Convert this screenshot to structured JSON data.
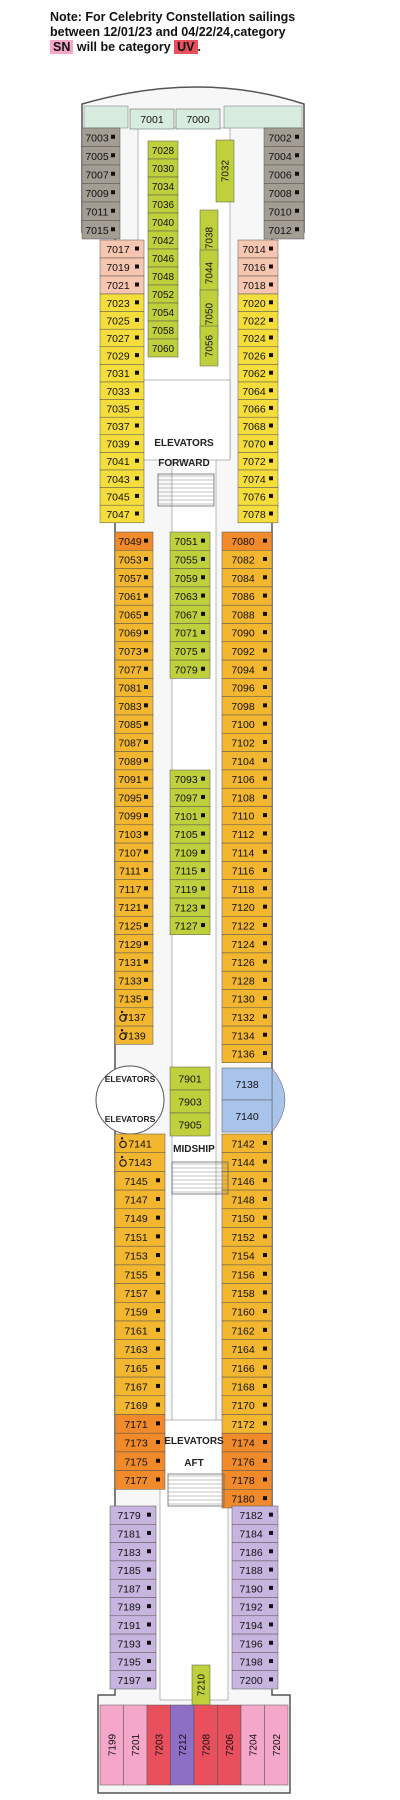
{
  "note": {
    "line1": "Note: For Celebrity Constellation sailings",
    "line2": "between 12/01/23 and 04/22/24,category",
    "cat_from": "SN",
    "mid_text": "will be category",
    "cat_to": "UV",
    "end": "."
  },
  "category_colors": {
    "SN": "#f4a7c9",
    "UV": "#e8505e",
    "suite": "#d7ebdf",
    "concierge_gray": "#a39d93",
    "peach": "#f6c6b0",
    "yellow": "#f5de3c",
    "orange_gold": "#f3b62f",
    "orange": "#f08a2a",
    "olive": "#bfd03c",
    "blue_sky": "#a9c4ea",
    "lavender": "#c7b5df",
    "purple": "#8e6fc6"
  },
  "labels": {
    "elevators": "ELEVATORS",
    "forward": "FORWARD",
    "midship": "MIDSHIP",
    "aft": "AFT"
  },
  "cabins": {
    "bow_suites": [
      "7001",
      "7000"
    ],
    "bow_left": [
      "7003",
      "7005",
      "7007",
      "7009",
      "7011",
      "7015"
    ],
    "bow_right": [
      "7002",
      "7004",
      "7006",
      "7008",
      "7010",
      "7012"
    ],
    "inner_fwd_col1": [
      "7028",
      "7030",
      "7034",
      "7036",
      "7040",
      "7042",
      "7046",
      "7048",
      "7052",
      "7054",
      "7058",
      "7060"
    ],
    "inner_fwd_vertical": [
      "7032",
      "7038",
      "7044",
      "7050",
      "7056"
    ],
    "fwd_left_peach": [
      "7017",
      "7019",
      "7021"
    ],
    "fwd_right_peach": [
      "7014",
      "7016",
      "7018"
    ],
    "fwd_left_yellow": [
      "7023",
      "7025",
      "7027",
      "7029",
      "7031",
      "7033",
      "7035",
      "7037",
      "7039",
      "7041",
      "7043",
      "7045",
      "7047"
    ],
    "fwd_right_yellow": [
      "7020",
      "7022",
      "7024",
      "7026",
      "7062",
      "7064",
      "7066",
      "7068",
      "7070",
      "7072",
      "7074",
      "7076",
      "7078"
    ],
    "left_main": [
      "7049",
      "7053",
      "7057",
      "7061",
      "7065",
      "7069",
      "7073",
      "7077",
      "7081",
      "7083",
      "7085",
      "7087",
      "7089",
      "7091",
      "7095",
      "7099",
      "7103",
      "7107",
      "7111",
      "7117",
      "7121",
      "7125",
      "7129",
      "7131",
      "7133",
      "7135",
      "7137",
      "7139"
    ],
    "right_main": [
      "7080",
      "7082",
      "7084",
      "7086",
      "7088",
      "7090",
      "7092",
      "7094",
      "7096",
      "7098",
      "7100",
      "7102",
      "7104",
      "7106",
      "7108",
      "7110",
      "7112",
      "7114",
      "7116",
      "7118",
      "7120",
      "7122",
      "7124",
      "7126",
      "7128",
      "7130",
      "7132",
      "7134",
      "7136"
    ],
    "inner_mid_a": [
      "7051",
      "7055",
      "7059",
      "7063",
      "7067",
      "7071",
      "7075",
      "7079"
    ],
    "inner_mid_b": [
      "7093",
      "7097",
      "7101",
      "7105",
      "7109",
      "7115",
      "7119",
      "7123",
      "7127"
    ],
    "midship_inner": [
      "7901",
      "7903",
      "7905"
    ],
    "midship_right": [
      "7138",
      "7140"
    ],
    "aft_left": [
      "7141",
      "7143",
      "7145",
      "7147",
      "7149",
      "7151",
      "7153",
      "7155",
      "7157",
      "7159",
      "7161",
      "7163",
      "7165",
      "7167",
      "7169",
      "7171",
      "7173",
      "7175",
      "7177"
    ],
    "aft_right": [
      "7142",
      "7144",
      "7146",
      "7148",
      "7150",
      "7152",
      "7154",
      "7156",
      "7158",
      "7160",
      "7162",
      "7164",
      "7166",
      "7168",
      "7170",
      "7172",
      "7174",
      "7176",
      "7178",
      "7180"
    ],
    "stern_left": [
      "7179",
      "7181",
      "7183",
      "7185",
      "7187",
      "7189",
      "7191",
      "7193",
      "7195",
      "7197"
    ],
    "stern_right": [
      "7182",
      "7184",
      "7186",
      "7188",
      "7190",
      "7192",
      "7194",
      "7196",
      "7198",
      "7200"
    ],
    "stern_center": "7210",
    "stern_vertical": [
      "7199",
      "7201",
      "7203",
      "7212",
      "7208",
      "7206",
      "7204",
      "7202"
    ]
  }
}
